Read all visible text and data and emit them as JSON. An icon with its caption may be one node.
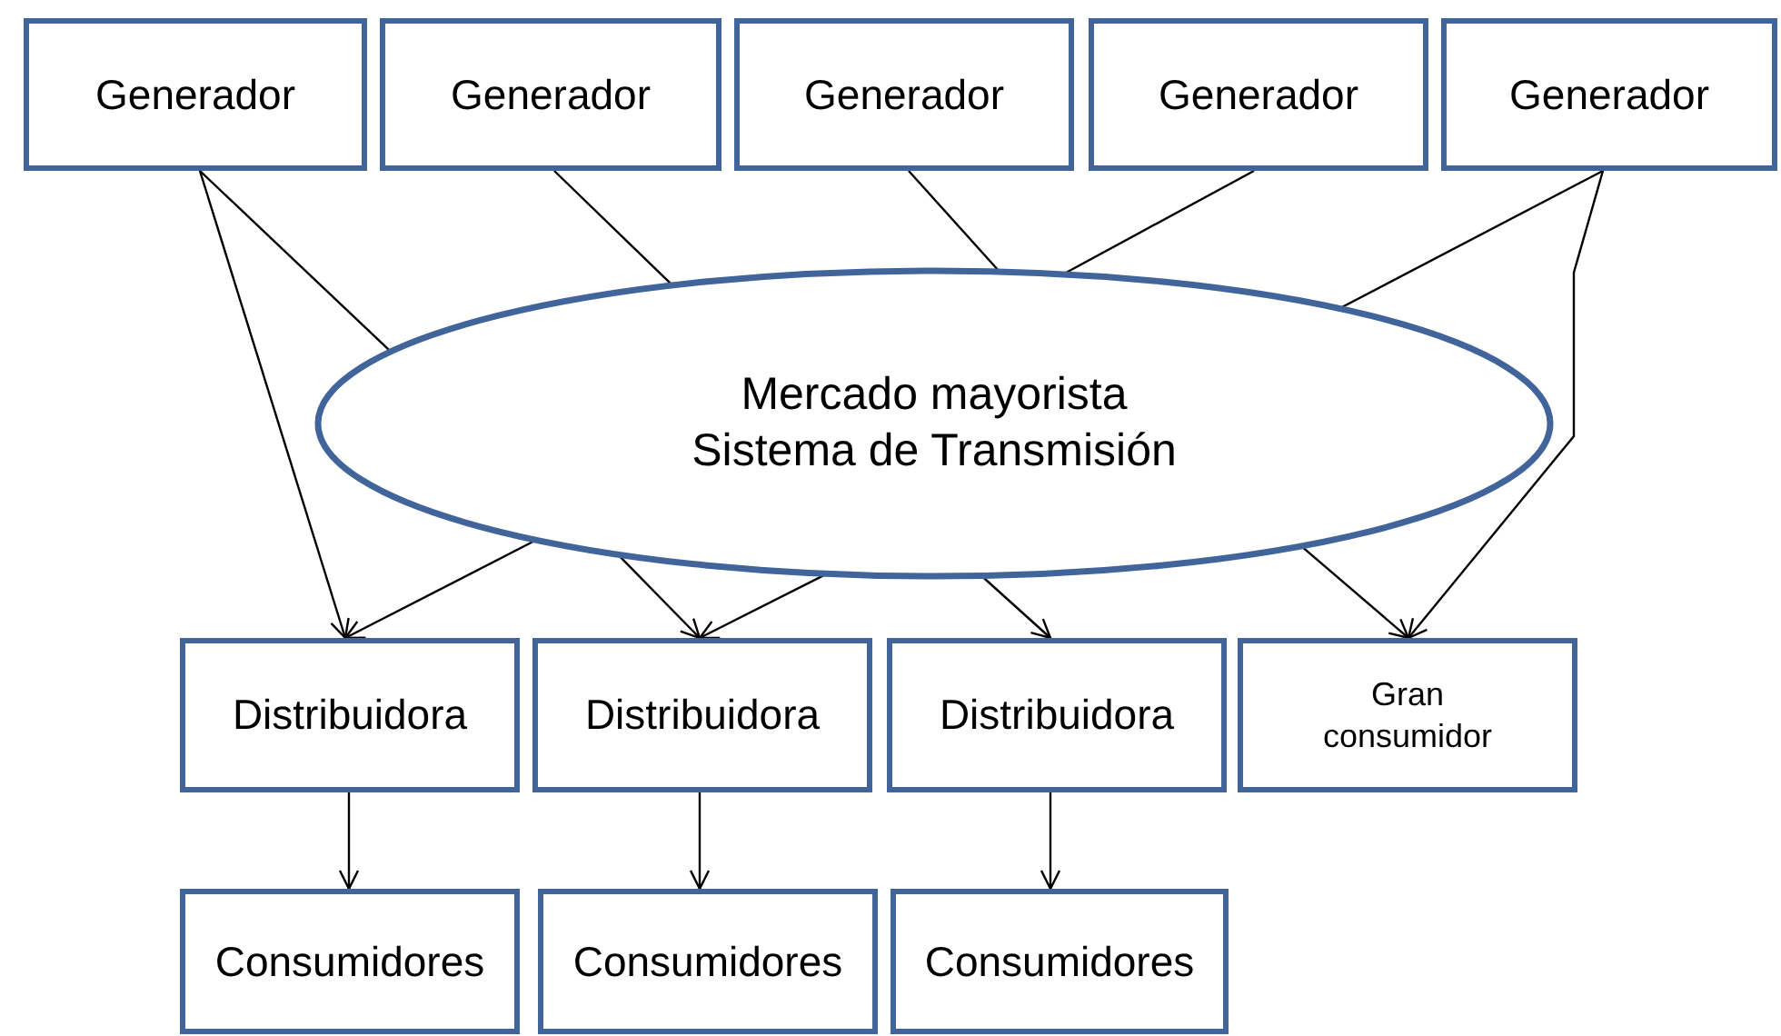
{
  "diagram": {
    "nodes": [
      {
        "text": [
          "Generador"
        ]
      },
      {
        "text": [
          "Generador"
        ]
      },
      {
        "text": [
          "Generador"
        ]
      },
      {
        "text": [
          "Generador"
        ]
      },
      {
        "text": [
          "Generador"
        ]
      },
      {
        "text": [
          "Mercado mayorista Sistema de Transmisión"
        ]
      },
      {
        "text": [
          "Distribuidora"
        ]
      },
      {
        "text": [
          "Distribuidora"
        ]
      },
      {
        "text": [
          "Distribuidora"
        ]
      },
      {
        "text": [
          "Gran consumidor"
        ]
      },
      {
        "text": [
          "Consumidores"
        ]
      },
      {
        "text": [
          "Consumidores"
        ]
      },
      {
        "text": [
          "Consumidores"
        ]
      }
    ],
    "edges": [
      {
        "from": 0,
        "to": 5,
        "arrow": "none"
      },
      {
        "from": 0,
        "to": 6,
        "arrow": "to"
      },
      {
        "from": 1,
        "to": 5,
        "arrow": "none"
      },
      {
        "from": 2,
        "to": 5,
        "arrow": "none"
      },
      {
        "from": 3,
        "to": 5,
        "arrow": "none"
      },
      {
        "from": 4,
        "to": 5,
        "arrow": "none"
      },
      {
        "from": 4,
        "to": 9,
        "arrow": "to"
      },
      {
        "from": 5,
        "to": 6,
        "arrow": "to"
      },
      {
        "from": 5,
        "to": 7,
        "arrow": "to"
      },
      {
        "from": 5,
        "to": 7,
        "arrow": "to"
      },
      {
        "from": 5,
        "to": 8,
        "arrow": "to"
      },
      {
        "from": 5,
        "to": 9,
        "arrow": "to"
      },
      {
        "from": 6,
        "to": 10,
        "arrow": "to"
      },
      {
        "from": 7,
        "to": 11,
        "arrow": "to"
      },
      {
        "from": 8,
        "to": 12,
        "arrow": "to"
      }
    ]
  }
}
